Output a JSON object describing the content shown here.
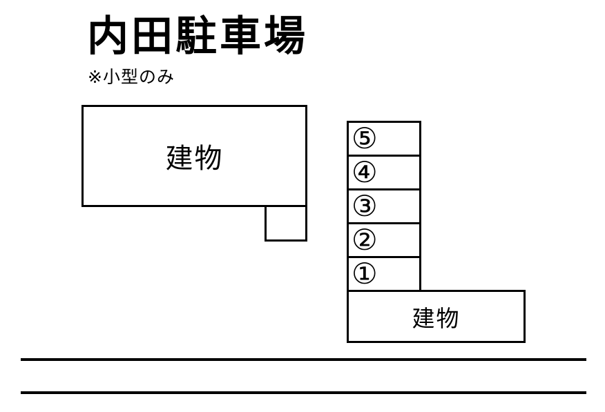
{
  "title": "内田駐車場",
  "subtitle": "※小型のみ",
  "buildings": {
    "main_label": "建物",
    "secondary_label": "建物"
  },
  "parking": {
    "spaces": [
      "⑤",
      "④",
      "③",
      "②",
      "①"
    ]
  },
  "road": {
    "line_count": 2
  },
  "colors": {
    "stroke": "#000000",
    "background": "#ffffff"
  }
}
